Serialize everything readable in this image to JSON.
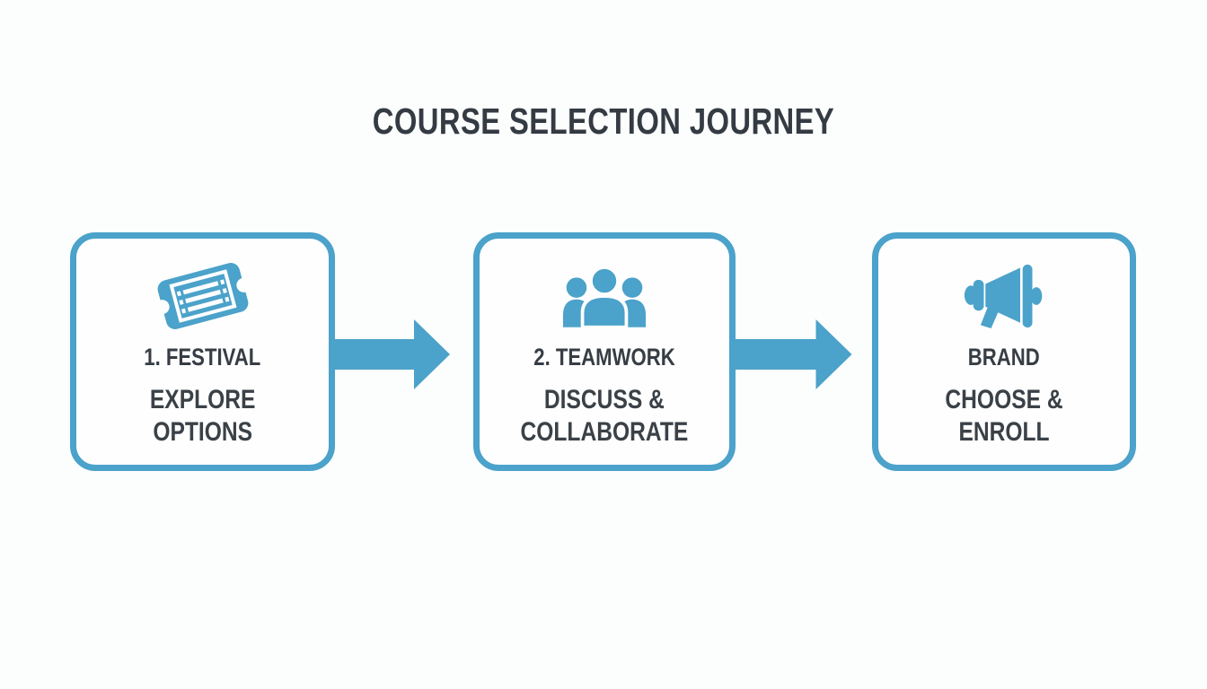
{
  "title": "COURSE SELECTION JOURNEY",
  "colors": {
    "accent_blue": "#4ba2ca",
    "title_text": "#343b43",
    "card_text": "#3a4147",
    "background": "#fcfdfd",
    "card_fill": "#fefefe"
  },
  "steps": [
    {
      "icon": "ticket-icon",
      "heading": "1. FESTIVAL",
      "subtitle_line1": "EXPLORE",
      "subtitle_line2": "OPTIONS"
    },
    {
      "icon": "group-icon",
      "heading": "2. TEAMWORK",
      "subtitle_line1": "DISCUSS &",
      "subtitle_line2": "COLLABORATE"
    },
    {
      "icon": "megaphone-icon",
      "heading": "BRAND",
      "subtitle_line1": "CHOOSE &",
      "subtitle_line2": "ENROLL"
    }
  ],
  "connectors": [
    "right-arrow",
    "right-arrow"
  ]
}
